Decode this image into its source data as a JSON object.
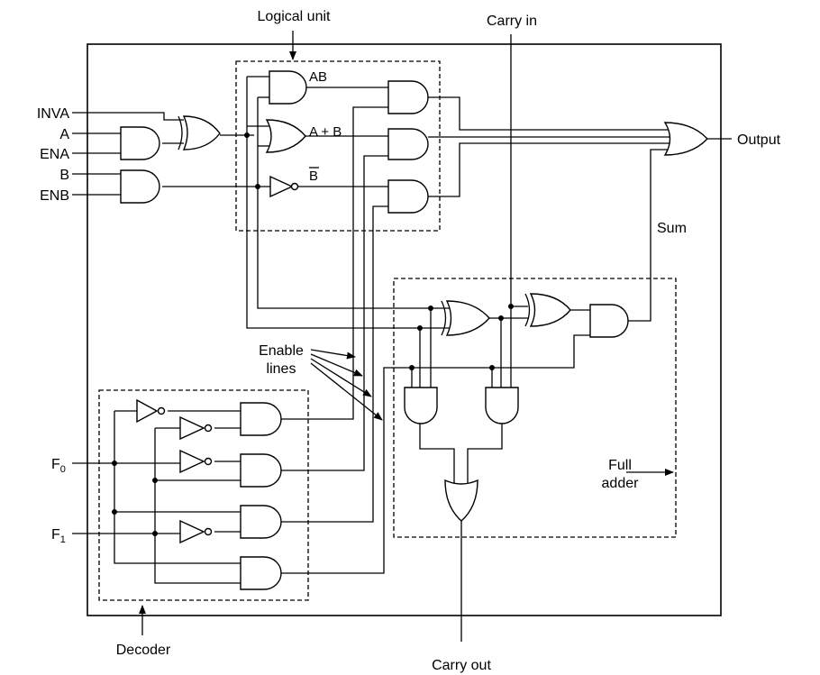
{
  "labels": {
    "logical_unit": "Logical unit",
    "carry_in": "Carry in",
    "output": "Output",
    "sum": "Sum",
    "enable_lines_1": "Enable",
    "enable_lines_2": "lines",
    "full_adder_1": "Full",
    "full_adder_2": "adder",
    "decoder": "Decoder",
    "carry_out": "Carry out"
  },
  "inputs": {
    "inva": "INVA",
    "a": "A",
    "ena": "ENA",
    "b": "B",
    "enb": "ENB",
    "f0_main": "F",
    "f0_sub": "0",
    "f1_main": "F",
    "f1_sub": "1"
  },
  "gate_labels": {
    "ab": "AB",
    "a_or_b": "A + B",
    "not_b": "B"
  }
}
